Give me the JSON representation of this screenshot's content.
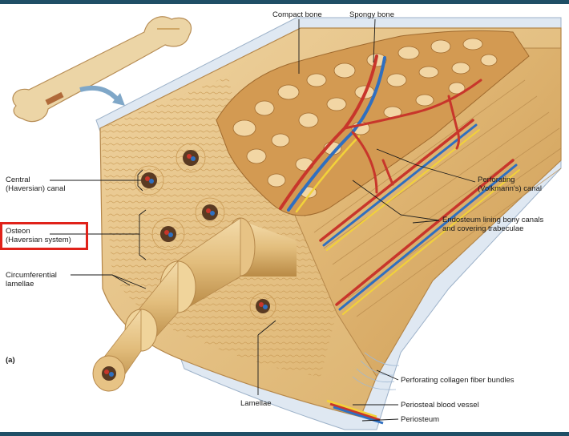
{
  "diagram": {
    "part_label": "(a)",
    "labels": {
      "compact_bone": "Compact bone",
      "spongy_bone": "Spongy bone",
      "central_canal": [
        "Central",
        "(Haversian) canal"
      ],
      "osteon": [
        "Osteon",
        "(Haversian system)"
      ],
      "circumferential_lamellae": [
        "Circumferential",
        "lamellae"
      ],
      "perforating_canal": [
        "Perforating",
        "(Volkmann's) canal"
      ],
      "endosteum": [
        "Endosteum lining bony canals",
        "and covering trabeculae"
      ],
      "lamellae": "Lamellae",
      "collagen_bundles": "Perforating collagen fiber bundles",
      "periosteal_vessel": "Periosteal blood vessel",
      "periosteum": "Periosteum"
    },
    "highlighted_label": "osteon",
    "colors": {
      "bone": "#e8c486",
      "bone_dark": "#c9974f",
      "spongy": "#d9a458",
      "artery": "#c8362b",
      "vein": "#2f6fc0",
      "nerve": "#f2d23a",
      "highlight": "#e0221a",
      "frame": "#1f4f66"
    }
  }
}
